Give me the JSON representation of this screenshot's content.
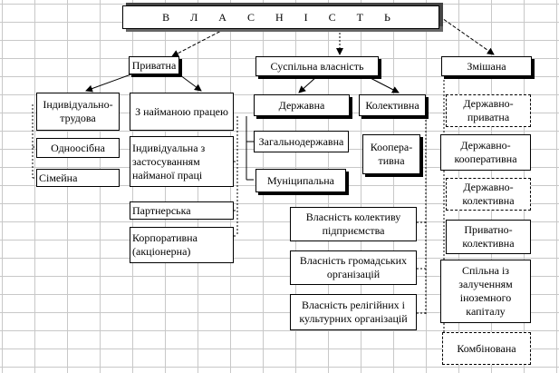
{
  "title": "В Л А С Н І С Т Ь",
  "boxes": {
    "pryvatna": "Приватна",
    "suspilna": "Суспільна власність",
    "zmishana": "Змішана",
    "indyvidualno": "Індивідуально-трудова",
    "odnoosibna": "Одноосібна",
    "simeina": "Сімейна",
    "z_naimanoiu": "З найманою працею",
    "indyv_naim": "Індивідуальна з застосуванням найманої праці",
    "partnerska": "Партнерська",
    "korporatyvna": "Корпоративна (акціонерна)",
    "derzhavna": "Державна",
    "kolektyvna": "Колективна",
    "zahalnoderzhavna": "Загальнодержавна",
    "munitsypalna": "Муніципальна",
    "kooperatyvna": "Коопера-тивна",
    "vl_kolektyvu": "Власність колективу підприємства",
    "vl_hromadskykh": "Власність громадських організацій",
    "vl_relihiinykh": "Власність релігійних і культурних організацій",
    "derzh_pryvatna": "Державно-приватна",
    "derzh_kooperatyvna": "Державно-кооперативна",
    "derzh_kolektyvna": "Державно-колективна",
    "pryvatno_kolektyvna": "Приватно-колективна",
    "spilna_inozemnoho": "Спільна із залученням іноземного капіталу",
    "kombinovana": "Комбінована"
  }
}
